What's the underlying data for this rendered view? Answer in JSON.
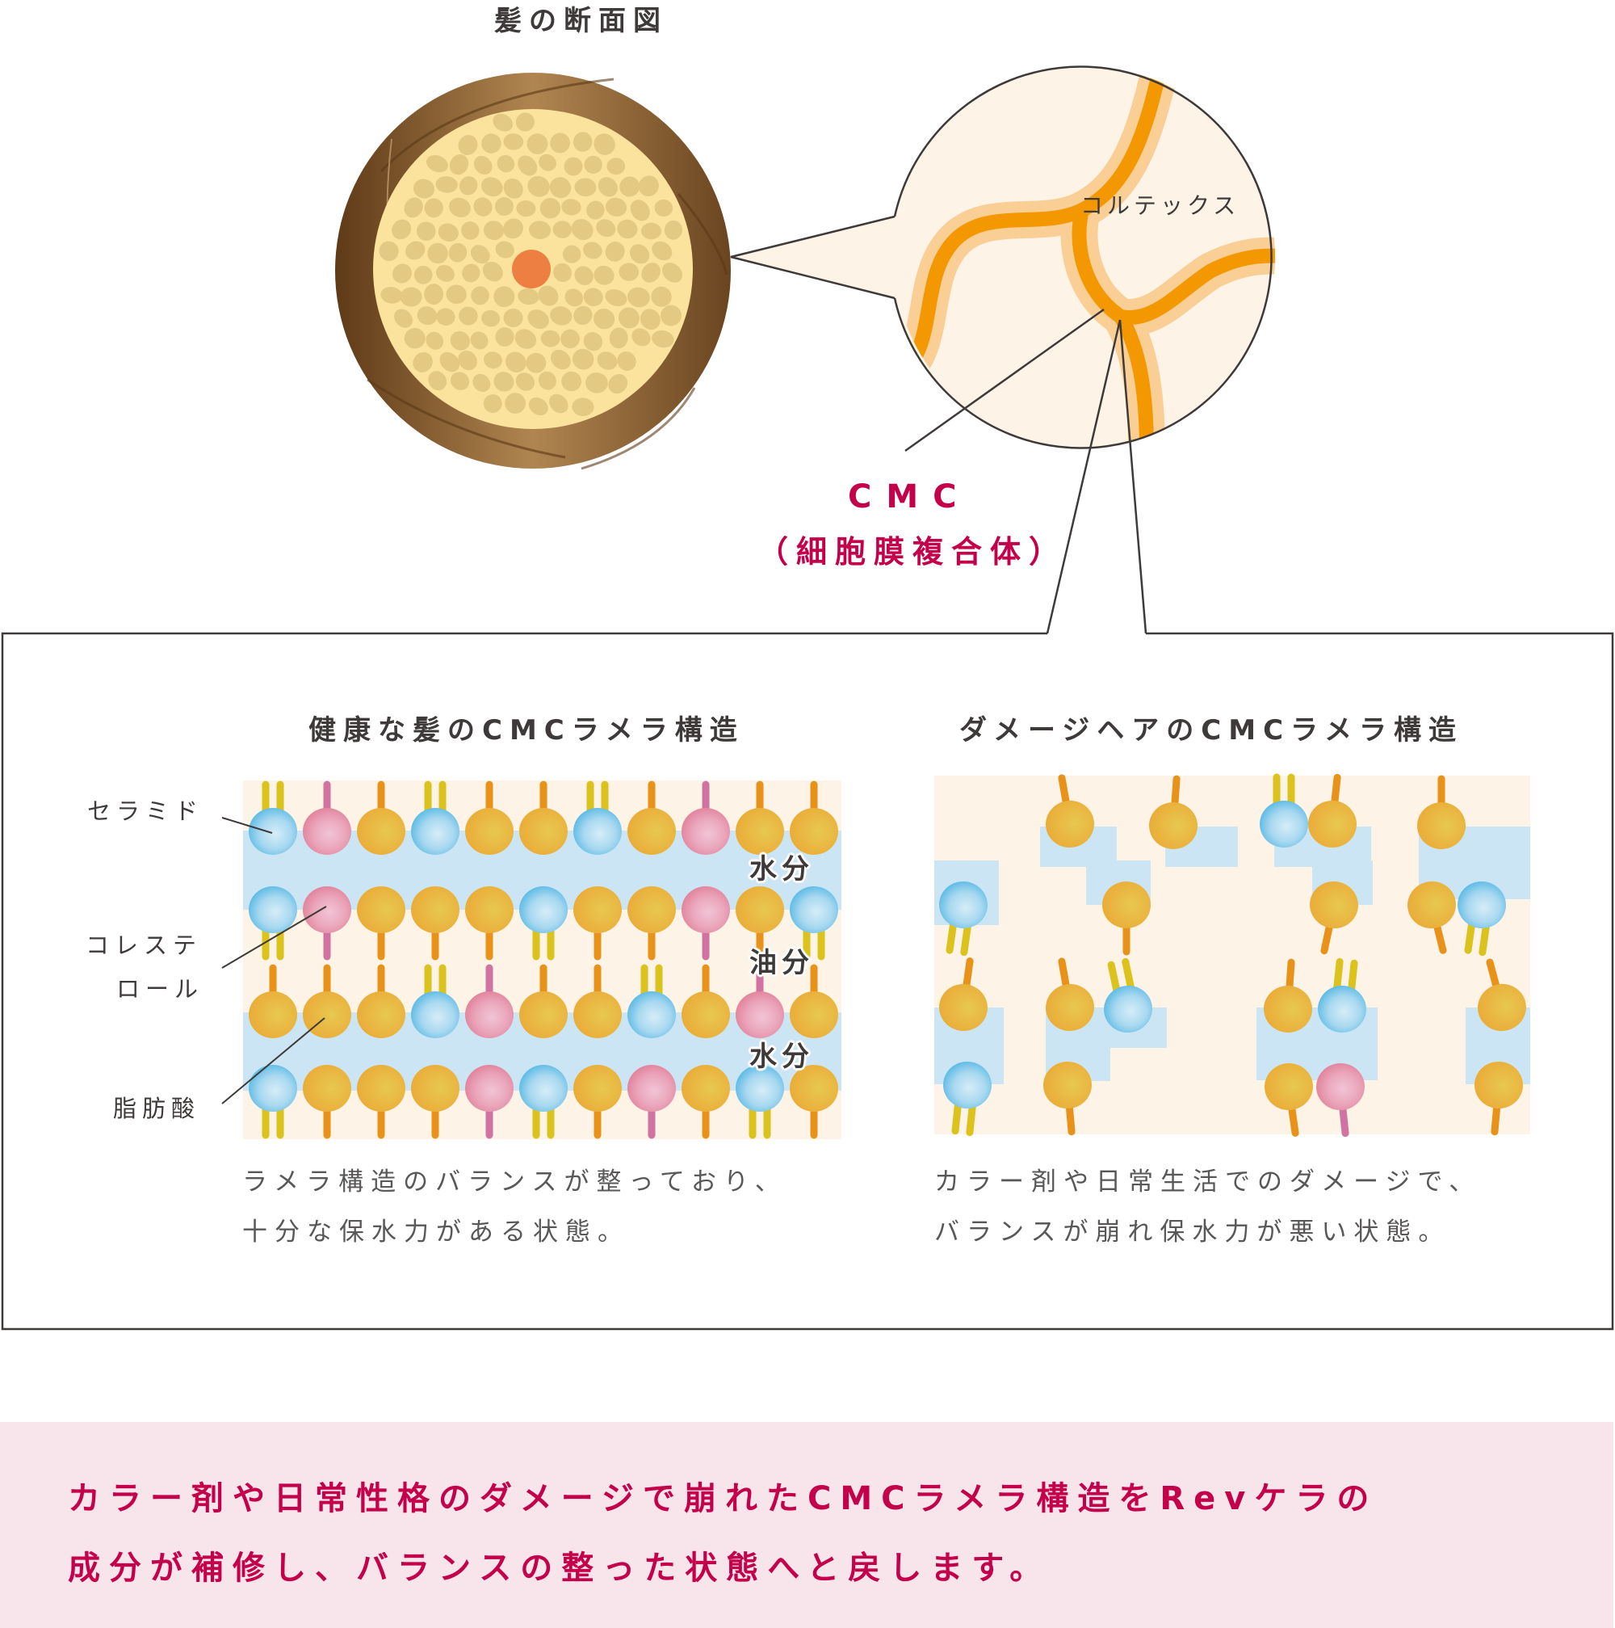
{
  "cross_section": {
    "title": "髪の断面図",
    "cortex_label": "コルテックス",
    "cmc_label": "CMC",
    "cmc_sub_label": "（細胞膜複合体）"
  },
  "healthy": {
    "title": "健康な髪のCMCラメラ構造",
    "labels": {
      "ceramide": "セラミド",
      "cholesterol_line1": "コレステ",
      "cholesterol_line2": "ロール",
      "fatty_acid": "脂肪酸"
    },
    "bands": {
      "water_1": "水分",
      "oil": "油分",
      "water_2": "水分"
    },
    "description_line1": "ラメラ構造のバランスが整っており、",
    "description_line2": "十分な保水力がある状態。",
    "rows": [
      [
        "B",
        "P",
        "O",
        "B",
        "O",
        "O",
        "B",
        "O",
        "P",
        "O",
        "O"
      ],
      [
        "B",
        "P",
        "O",
        "O",
        "O",
        "B",
        "O",
        "O",
        "P",
        "O",
        "B"
      ],
      [
        "O",
        "O",
        "O",
        "B",
        "P",
        "O",
        "O",
        "B",
        "O",
        "P",
        "O"
      ],
      [
        "B",
        "O",
        "O",
        "O",
        "P",
        "B",
        "O",
        "P",
        "O",
        "B",
        "O"
      ]
    ]
  },
  "damaged": {
    "title": "ダメージヘアのCMCラメラ構造",
    "description_line1": "カラー剤や日常生活でのダメージで、",
    "description_line2": "バランスが崩れ保水力が悪い状態。"
  },
  "legend_colors": {
    "ceramide": "#62bde6",
    "cholesterol": "#e6889f",
    "fatty_acid": "#eab33a",
    "water": "#cce5f4",
    "oil_background": "#fdf3e7",
    "accent": "#c4004a"
  },
  "footer": {
    "line1": "カラー剤や日常性格のダメージで崩れたCMCラメラ構造をRevケラの",
    "line2": "成分が補修し、バランスの整った状態へと戻します。"
  }
}
